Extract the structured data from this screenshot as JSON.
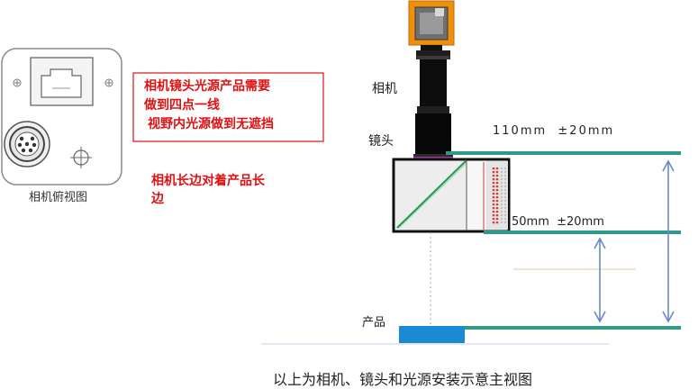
{
  "camera_top_view": {
    "caption": "相机俯视图"
  },
  "notes": {
    "boxed_line1": "相机镜头光源产品需要",
    "boxed_line2": "做到四点一线",
    "boxed_line3": "视野内光源做到无遮挡",
    "long_edge_line1": "相机长边对着产品长",
    "long_edge_line2": "边"
  },
  "side_view": {
    "camera_label": "相机",
    "lens_label": "镜头",
    "product_label": "产品",
    "dim_upper": "110mm  ±20mm",
    "dim_lower": "50mm  ±20mm",
    "caption": "以上为相机、镜头和光源安装示意主视图"
  },
  "colors": {
    "note_red": "#e01010",
    "rail_teal": "#2e9a8c",
    "camera_orange": "#f0900a",
    "product_blue": "#1a8ad4",
    "arrow_blue": "#6a88c8",
    "led_red": "#d23a3a"
  }
}
